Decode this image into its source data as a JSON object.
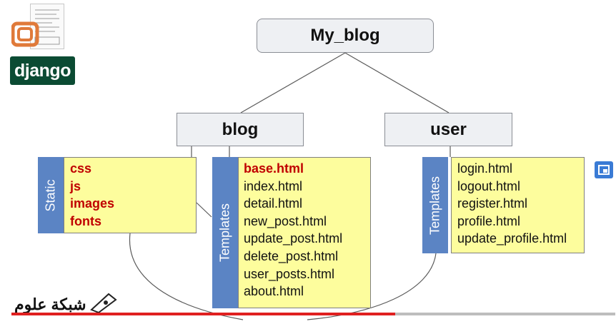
{
  "diagram": {
    "root": "My_blog",
    "apps": [
      {
        "name": "blog",
        "static": {
          "label": "Static",
          "items": [
            "css",
            "js",
            "images",
            "fonts"
          ]
        },
        "templates": {
          "label": "Templates",
          "items": [
            "base.html",
            "index.html",
            "detail.html",
            "new_post.html",
            "update_post.html",
            "delete_post.html",
            "user_posts.html",
            "about.html"
          ]
        }
      },
      {
        "name": "user",
        "templates": {
          "label": "Templates",
          "items": [
            "login.html",
            "logout.html",
            "register.html",
            "profile.html",
            "update_profile.html"
          ]
        }
      }
    ]
  },
  "branding": {
    "django_logo": "django",
    "watermark": "شبكة علوم"
  },
  "video": {
    "progress": 0.635
  },
  "colors": {
    "node_fill": "#eef0f3",
    "panel_fill": "#fdfd9d",
    "sidebar_fill": "#5b84c4",
    "highlight_text": "#c00000",
    "django_green": "#0b4b33",
    "progress_red": "#e02020"
  },
  "icons": [
    "document-thumbnail-icon",
    "app-logo-icon",
    "mini-player-icon"
  ]
}
